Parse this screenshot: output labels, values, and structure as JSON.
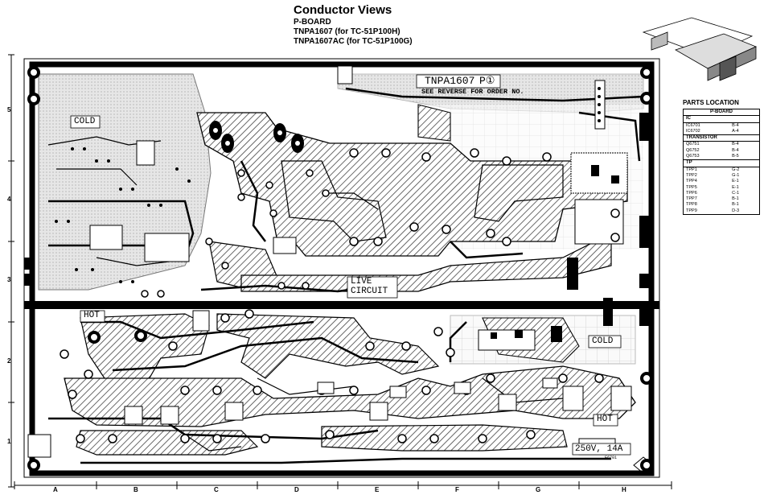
{
  "header": {
    "title": "Conductor Views",
    "board": "P-BOARD",
    "model1": "TNPA1607 (for TC-51P100H)",
    "model2": "TNPA1607AC (for TC-51P100G)"
  },
  "board_labels": {
    "part_no": "TNPA1607",
    "marker": "P①",
    "reverse_note": "SEE REVERSE FOR ORDER NO.",
    "cold_top": "COLD",
    "cold_right": "COLD",
    "hot_left": "HOT",
    "hot_right": "HOT",
    "live_line1": "LIVE",
    "live_line2": "CIRCUIT",
    "fuse_rating": "250V, 14A",
    "fuse_ref": "F6701"
  },
  "row_labels": [
    "5",
    "4",
    "3",
    "2",
    "1"
  ],
  "col_labels": [
    "A",
    "B",
    "C",
    "D",
    "E",
    "F",
    "G",
    "H"
  ],
  "parts_location": {
    "title": "PARTS LOCATION",
    "board": "P-BOARD",
    "sections": [
      {
        "name": "IC",
        "items": [
          {
            "ref": "IC6701",
            "loc": "B-4"
          },
          {
            "ref": "IC6702",
            "loc": "A-4"
          }
        ]
      },
      {
        "name": "TRANSISTOR",
        "items": [
          {
            "ref": "Q6751",
            "loc": "B-4"
          },
          {
            "ref": "Q6752",
            "loc": "B-4"
          },
          {
            "ref": "Q6753",
            "loc": "B-5"
          }
        ]
      },
      {
        "name": "TP",
        "items": [
          {
            "ref": "TPP1",
            "loc": "G-2"
          },
          {
            "ref": "TPP2",
            "loc": "G-1"
          },
          {
            "ref": "TPP4",
            "loc": "E-1"
          },
          {
            "ref": "TPP5",
            "loc": "E-1"
          },
          {
            "ref": "TPP6",
            "loc": "C-1"
          },
          {
            "ref": "TPP7",
            "loc": "B-1"
          },
          {
            "ref": "TPP8",
            "loc": "B-1"
          },
          {
            "ref": "TPP9",
            "loc": "D-3"
          }
        ]
      }
    ]
  }
}
